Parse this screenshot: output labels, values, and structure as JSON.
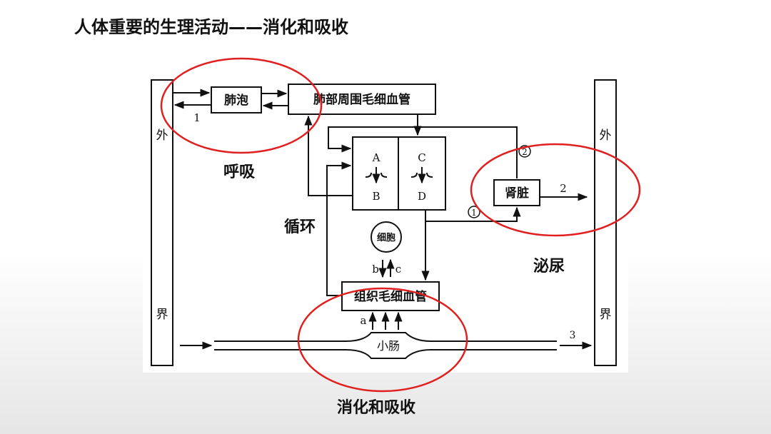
{
  "title": "人体重要的生理活动——消化和吸收",
  "diagram": {
    "external_left": [
      "外",
      "界"
    ],
    "external_right": [
      "外",
      "界"
    ],
    "alveoli": "肺泡",
    "lung_capillaries": "肺部周围毛细血管",
    "heart": {
      "A": "A",
      "B": "B",
      "C": "C",
      "D": "D"
    },
    "kidney": "肾脏",
    "cell": "细胞",
    "tissue_capillaries": "组织毛细血管",
    "small_intestine": "小肠",
    "labels": {
      "n1": "1",
      "n2": "2",
      "n3": "3",
      "circle1": "1",
      "circle2": "2",
      "a": "a",
      "b": "b",
      "c": "c"
    }
  },
  "captions": {
    "respiration": "呼吸",
    "circulation": "循环",
    "excretion": "泌尿",
    "digestion": "消化和吸收"
  },
  "highlight_color": "#e02020"
}
